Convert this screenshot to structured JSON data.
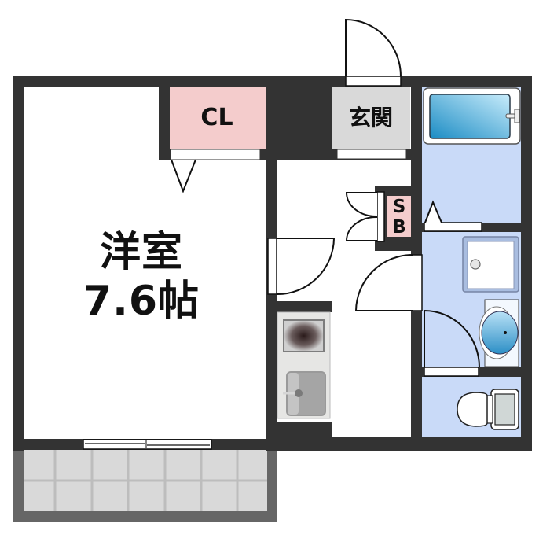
{
  "floor_plan": {
    "rooms": {
      "western_room": {
        "name": "洋室",
        "size": "7.6帖"
      },
      "closet": {
        "label": "CL"
      },
      "entrance": {
        "label": "玄関"
      },
      "shoe_box": {
        "label": "SB",
        "line1": "S",
        "line2": "B"
      }
    },
    "fixtures": [
      "bathtub",
      "washing-machine-pan",
      "washbasin",
      "toilet",
      "kitchen-stove",
      "kitchen-sink"
    ],
    "colors": {
      "wall": "#333333",
      "closet_fill": "#f4cccc",
      "entrance_fill": "#d9d9d9",
      "wet_area_fill": "#c9daf8",
      "balcony_fill": "#d9d9d9",
      "balcony_wall": "#666666",
      "bathtub_water": "#3d9fd0"
    }
  }
}
